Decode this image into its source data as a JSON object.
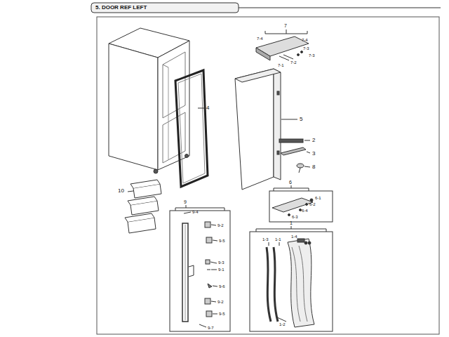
{
  "diagram": {
    "title": "5. DOOR REF LEFT",
    "labels": [
      "7",
      "7-4",
      "7-4",
      "7-3",
      "7-3",
      "7-2",
      "7-1",
      "4",
      "5",
      "2",
      "3",
      "8",
      "6",
      "6-1",
      "6-2",
      "6-4",
      "6-3",
      "10",
      "9",
      "9-4",
      "9-2",
      "9-5",
      "9-3",
      "9-1",
      "9-6",
      "9-2",
      "9-5",
      "9-7",
      "1",
      "1-4",
      "1-3",
      "1-1",
      "1-2"
    ]
  }
}
